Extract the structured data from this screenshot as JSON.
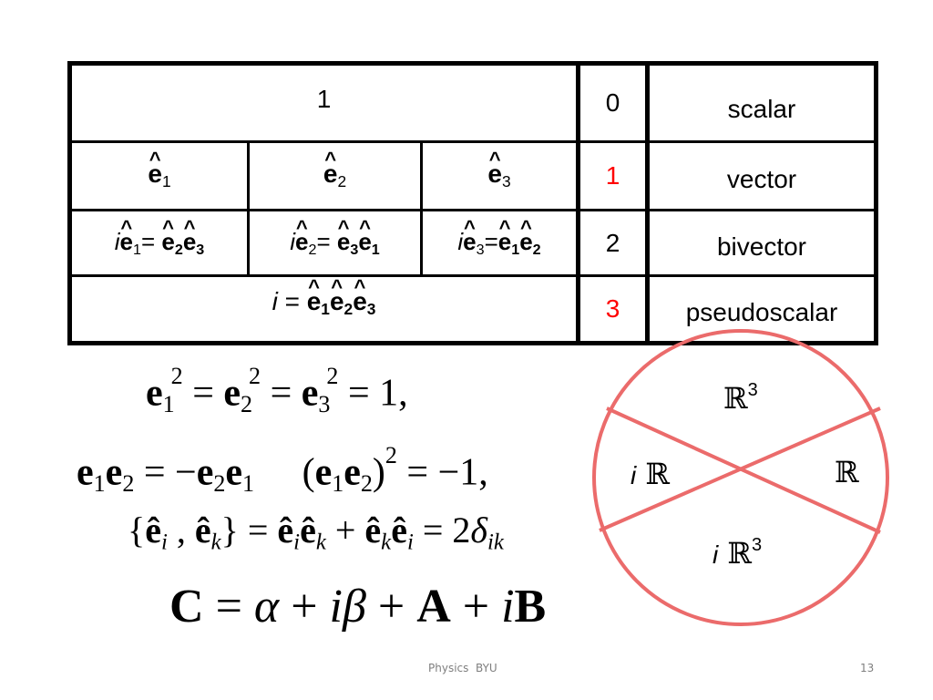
{
  "table": {
    "rows": [
      {
        "content": "1",
        "grade": "0",
        "name": "scalar"
      },
      {
        "cells": [
          "ê1",
          "ê2",
          "ê3"
        ],
        "grade": "1",
        "name": "vector"
      },
      {
        "cells": [
          "iê1= ê2ê3",
          "iê2= ê3ê1",
          "iê3=ê1ê2"
        ],
        "grade": "2",
        "name": "bivector"
      },
      {
        "content": "i = ê1ê2ê3",
        "grade": "3",
        "name": "pseudoscalar"
      }
    ],
    "grade_highlight_color": "#ff0000"
  },
  "equations": [
    "e1² = e2² = e3² = 1,",
    "e1e2 = −e2e1     (e1e2)² = −1,",
    "{êi , êk} = êiêk + êkêi = 2δik",
    "C = α + iβ + A + iB"
  ],
  "diagram": {
    "stroke_color": "#eb6b6b",
    "regions": [
      "ℝ3",
      "i ℝ",
      "ℝ",
      "i ℝ3"
    ]
  },
  "footer": {
    "center": "Physics  BYU",
    "page_number": "13"
  }
}
